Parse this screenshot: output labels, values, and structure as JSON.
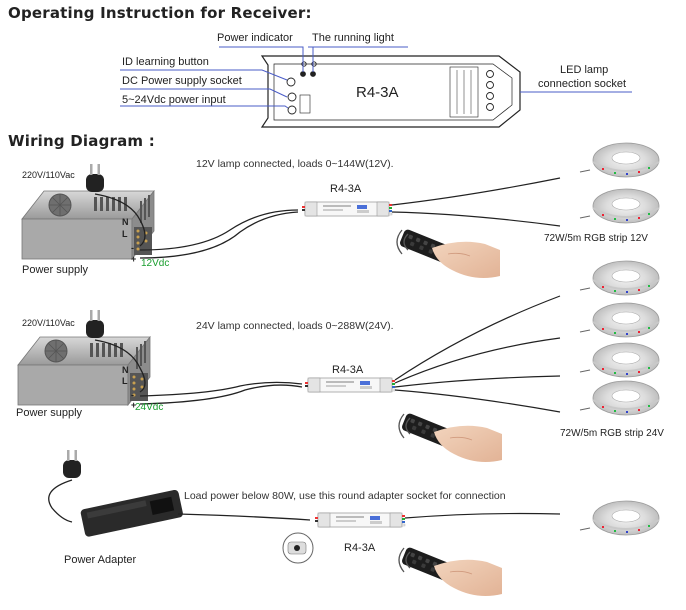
{
  "titles": {
    "operating": "Operating Instruction for Receiver:",
    "wiring": "Wiring Diagram :"
  },
  "receiver": {
    "model": "R4-3A",
    "power_indicator": "Power indicator",
    "running_light": "The running light",
    "id_button": "ID learning button",
    "dc_socket": "DC Power supply socket",
    "power_input": "5~24Vdc power input",
    "led_socket_line1": "LED lamp",
    "led_socket_line2": "connection socket"
  },
  "scenario1": {
    "note": "12V lamp connected, loads 0~144W(12V).",
    "mains": "220V/110Vac",
    "device": "R4-3A",
    "psu_label": "Power supply",
    "voltage": "12Vdc",
    "strip_label": "72W/5m   RGB strip  12V"
  },
  "scenario2": {
    "note": "24V lamp connected, loads 0~288W(24V).",
    "mains": "220V/110Vac",
    "device": "R4-3A",
    "psu_label": "Power supply",
    "voltage": "24Vdc",
    "strip_label": "72W/5m   RGB strip  24V"
  },
  "scenario3": {
    "note": "Load power below 80W, use this round adapter socket for connection",
    "device": "R4-3A",
    "adapter_label": "Power Adapter"
  },
  "terminals": {
    "n": "N",
    "l": "L",
    "minus": "-",
    "plus": "+"
  },
  "colors": {
    "accent_line": "#4a5cc7",
    "voltage_green": "#1a9e2f"
  }
}
